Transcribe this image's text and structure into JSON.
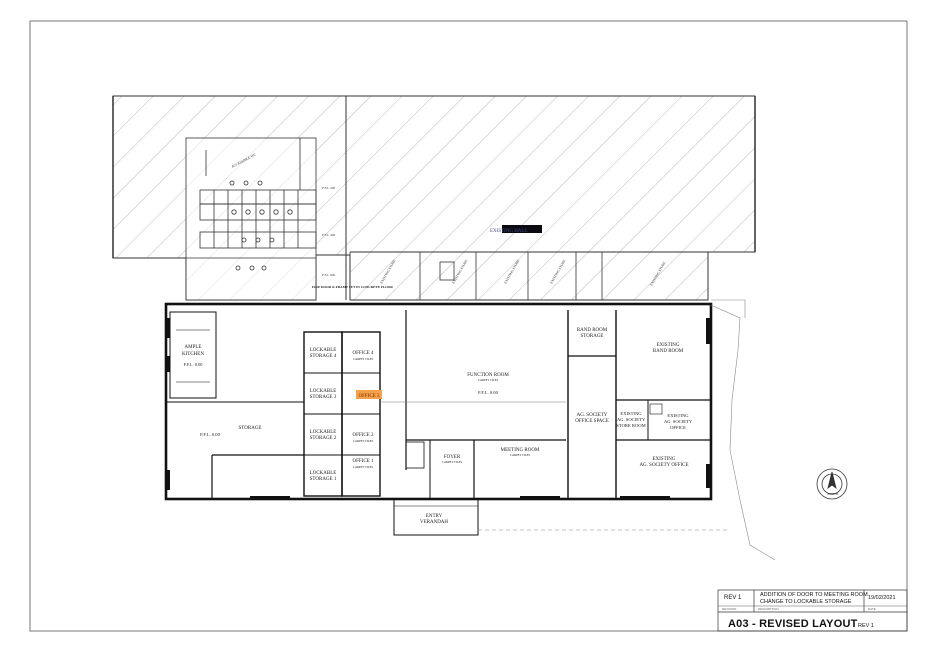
{
  "rooms": {
    "accessible_wc": "ACCESSIBLE WC",
    "ffl_200": "F.F.L 200",
    "ffl_400": "F.F.L 400",
    "ffl_600": "F.F.L 600",
    "existing_hall": "EXISTING HALL",
    "fire_door": "FIRE DOOR & FRAME SET IN CONCRETE FLOOR",
    "existing_store_1": "EXISTING STORE",
    "existing_store_2": "EXISTING STORE",
    "existing_store_3": "EXISTING STORE",
    "existing_store_4": "EXISTING STORE",
    "existing_store_5": "EXISTING STORE",
    "kitchen_line1": "AMPLE",
    "kitchen_line2": "KITCHEN",
    "kitchen_ffl": "F.F.L. 0.00",
    "lockable_4_l1": "LOCKABLE",
    "lockable_4_l2": "STORAGE 4",
    "lockable_3_l1": "LOCKABLE",
    "lockable_3_l2": "STORAGE 3",
    "lockable_2_l1": "LOCKABLE",
    "lockable_2_l2": "STORAGE 2",
    "lockable_1_l1": "LOCKABLE",
    "lockable_1_l2": "STORAGE 1",
    "office_4": "OFFICE 4",
    "office_3": "OFFICE 3",
    "office_2": "OFFICE 2",
    "office_1": "OFFICE 1",
    "carpet_tiles": "CARPET TILES",
    "function_room": "FUNCTION ROOM",
    "function_ffl": "F.F.L. 0.00",
    "storage": "STORAGE",
    "storage_ffl": "F.F.L. 0.00",
    "band_storage_l1": "BAND ROOM",
    "band_storage_l2": "STORAGE",
    "existing_band_l1": "EXISTING",
    "existing_band_l2": "BAND ROOM",
    "ag_space_l1": "AG. SOCIETY",
    "ag_space_l2": "OFFICE SPACE",
    "ag_store_l1": "EXISTING",
    "ag_store_l2": "AG. SOCIETY",
    "ag_store_l3": "STORE ROOM",
    "ag_office_l1": "EXISTING",
    "ag_office_l2": "AG. SOCIETY",
    "ag_office_l3": "OFFICE",
    "ag_office2_l1": "EXISTING",
    "ag_office2_l2": "AG. SOCIETY OFFICE",
    "foyer": "FOYER",
    "meeting_room": "MEETING ROOM",
    "entry_l1": "ENTRY",
    "entry_l2": "VERANDAH",
    "north": "NORTH"
  },
  "title_block": {
    "rev_code": "REV 1",
    "description_line1": "ADDITION OF DOOR TO MEETING ROOM",
    "description_line2": "CHANGE TO LOCKABLE STORAGE",
    "date": "19/02/2021",
    "col_revision": "REVISION",
    "col_description": "DESCRIPTION",
    "col_date": "DATE",
    "drawing_title": "A03 - REVISED LAYOUT",
    "rev_label": "REV 1"
  }
}
